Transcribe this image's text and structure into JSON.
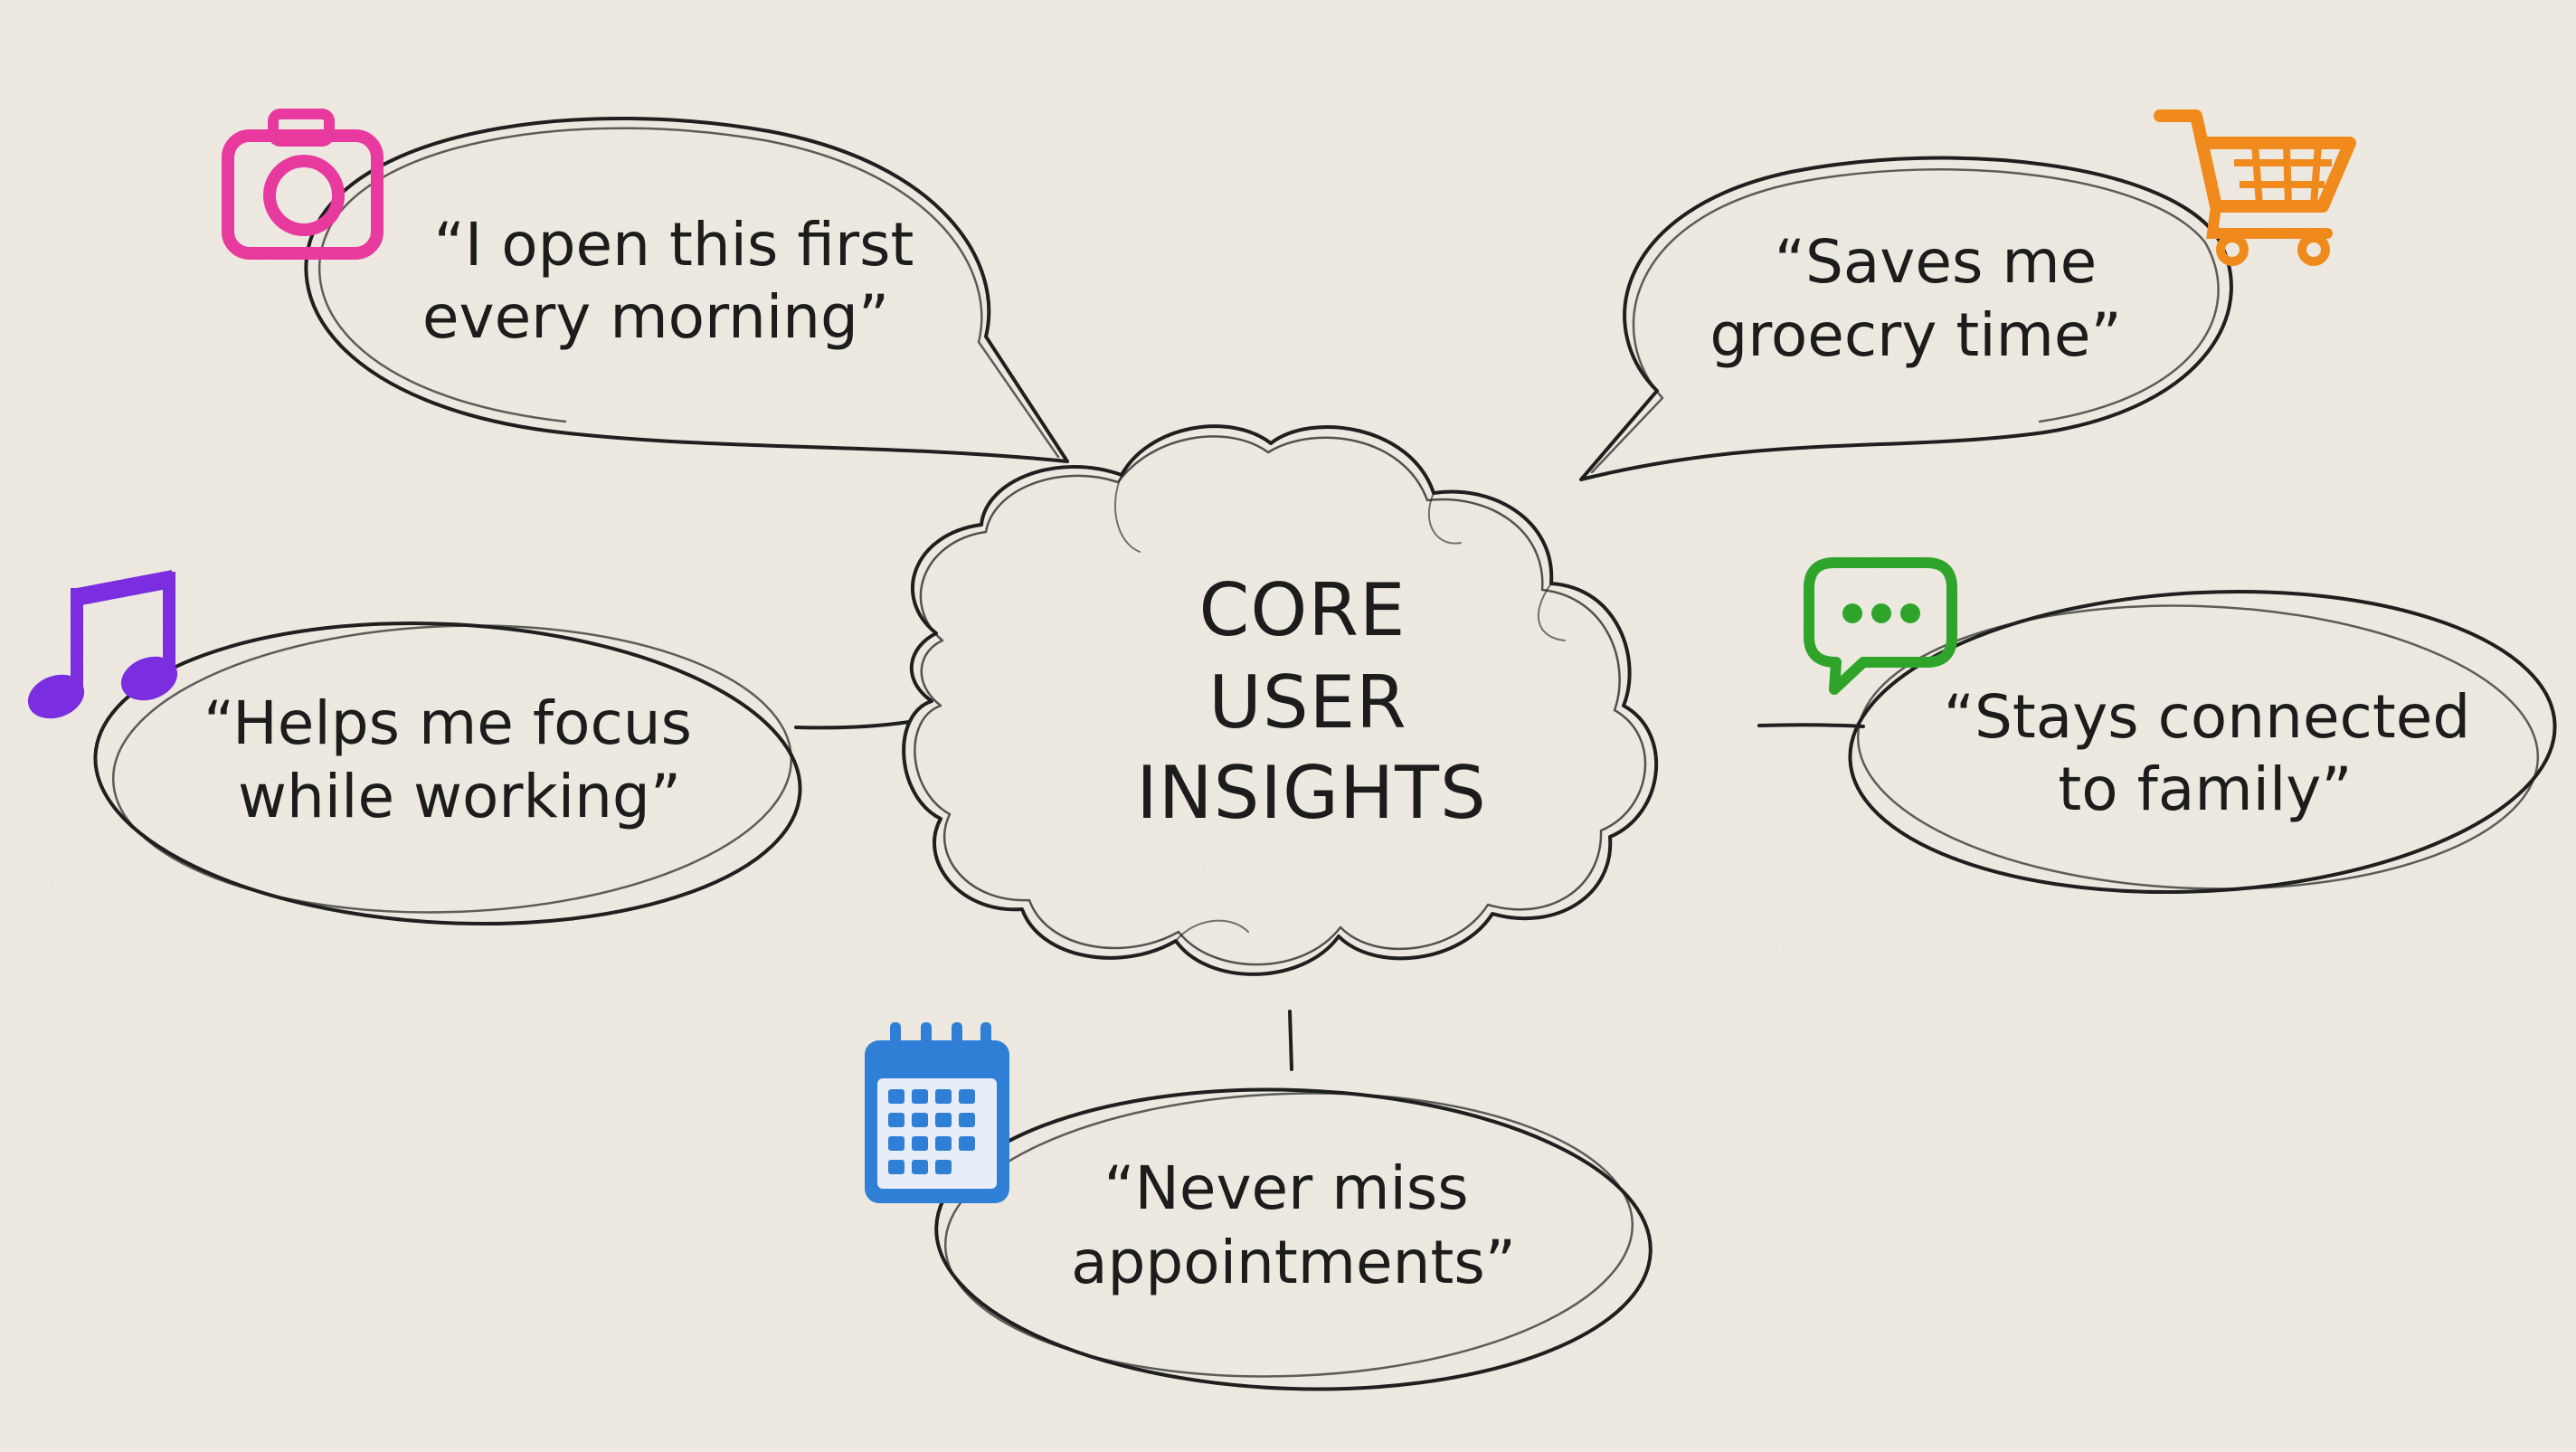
{
  "diagram": {
    "center": {
      "lines": [
        "CORE",
        "USER",
        "INSIGHTS"
      ]
    },
    "bubbles": [
      {
        "id": "morning",
        "lines": [
          "“I open this first",
          "every morning”"
        ],
        "icon": "camera-icon",
        "icon_color": "#e8399f"
      },
      {
        "id": "grocery",
        "lines": [
          "“Saves me",
          "groecry time”"
        ],
        "icon": "shopping-cart-icon",
        "icon_color": "#f08a1c"
      },
      {
        "id": "focus",
        "lines": [
          "“Helps me focus",
          "while working”"
        ],
        "icon": "music-note-icon",
        "icon_color": "#7a2ee0"
      },
      {
        "id": "family",
        "lines": [
          "“Stays connected",
          "to family”"
        ],
        "icon": "chat-bubble-icon",
        "icon_color": "#2ea52a"
      },
      {
        "id": "appointments",
        "lines": [
          "“Never miss",
          "appointments”"
        ],
        "icon": "calendar-icon",
        "icon_color": "#2f7fd6"
      }
    ]
  },
  "colors": {
    "paper": "#efebe3",
    "ink": "#1f1f1f"
  }
}
